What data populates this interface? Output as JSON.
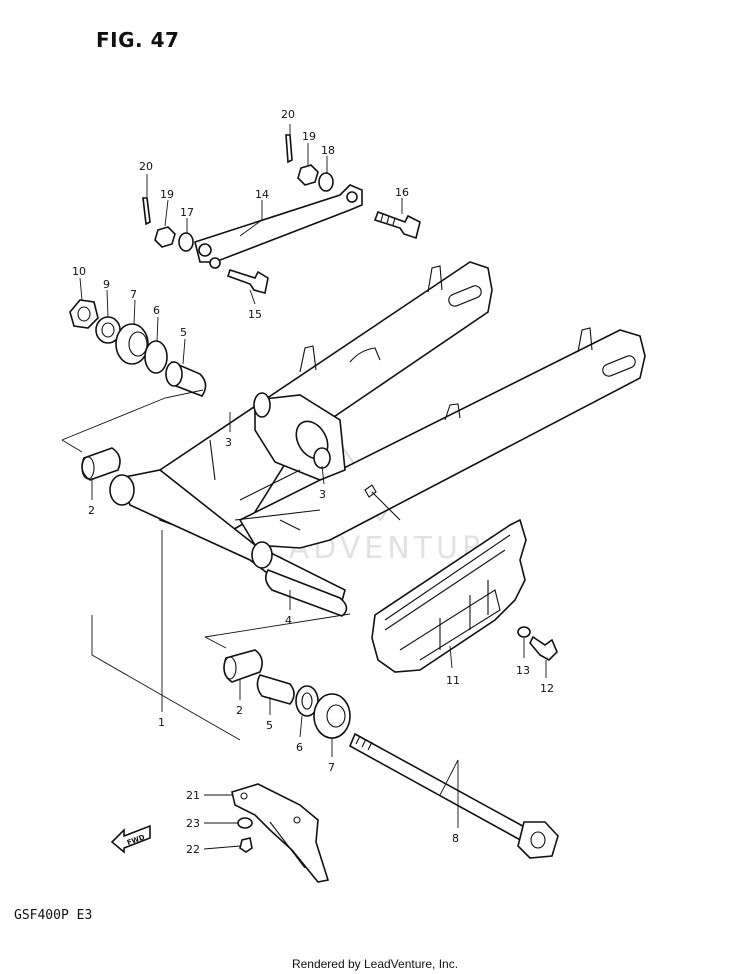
{
  "figure_title": "FIG. 47",
  "model_code": "GSF400P  E3",
  "footer_text": "Rendered by LeadVenture, Inc.",
  "watermark_text": "LEADVENTURE",
  "fwd_label": "FWD",
  "callouts": {
    "c1": "1",
    "c2a": "2",
    "c2b": "2",
    "c3a": "3",
    "c3b": "3",
    "c4": "4",
    "c5a": "5",
    "c5b": "5",
    "c6a": "6",
    "c6b": "6",
    "c7a": "7",
    "c7b": "7",
    "c8": "8",
    "c9": "9",
    "c10": "10",
    "c11": "11",
    "c12": "12",
    "c13": "13",
    "c14": "14",
    "c15": "15",
    "c16": "16",
    "c17": "17",
    "c18": "18",
    "c19a": "19",
    "c19b": "19",
    "c20a": "20",
    "c20b": "20",
    "c21": "21",
    "c22": "22",
    "c23": "23"
  }
}
